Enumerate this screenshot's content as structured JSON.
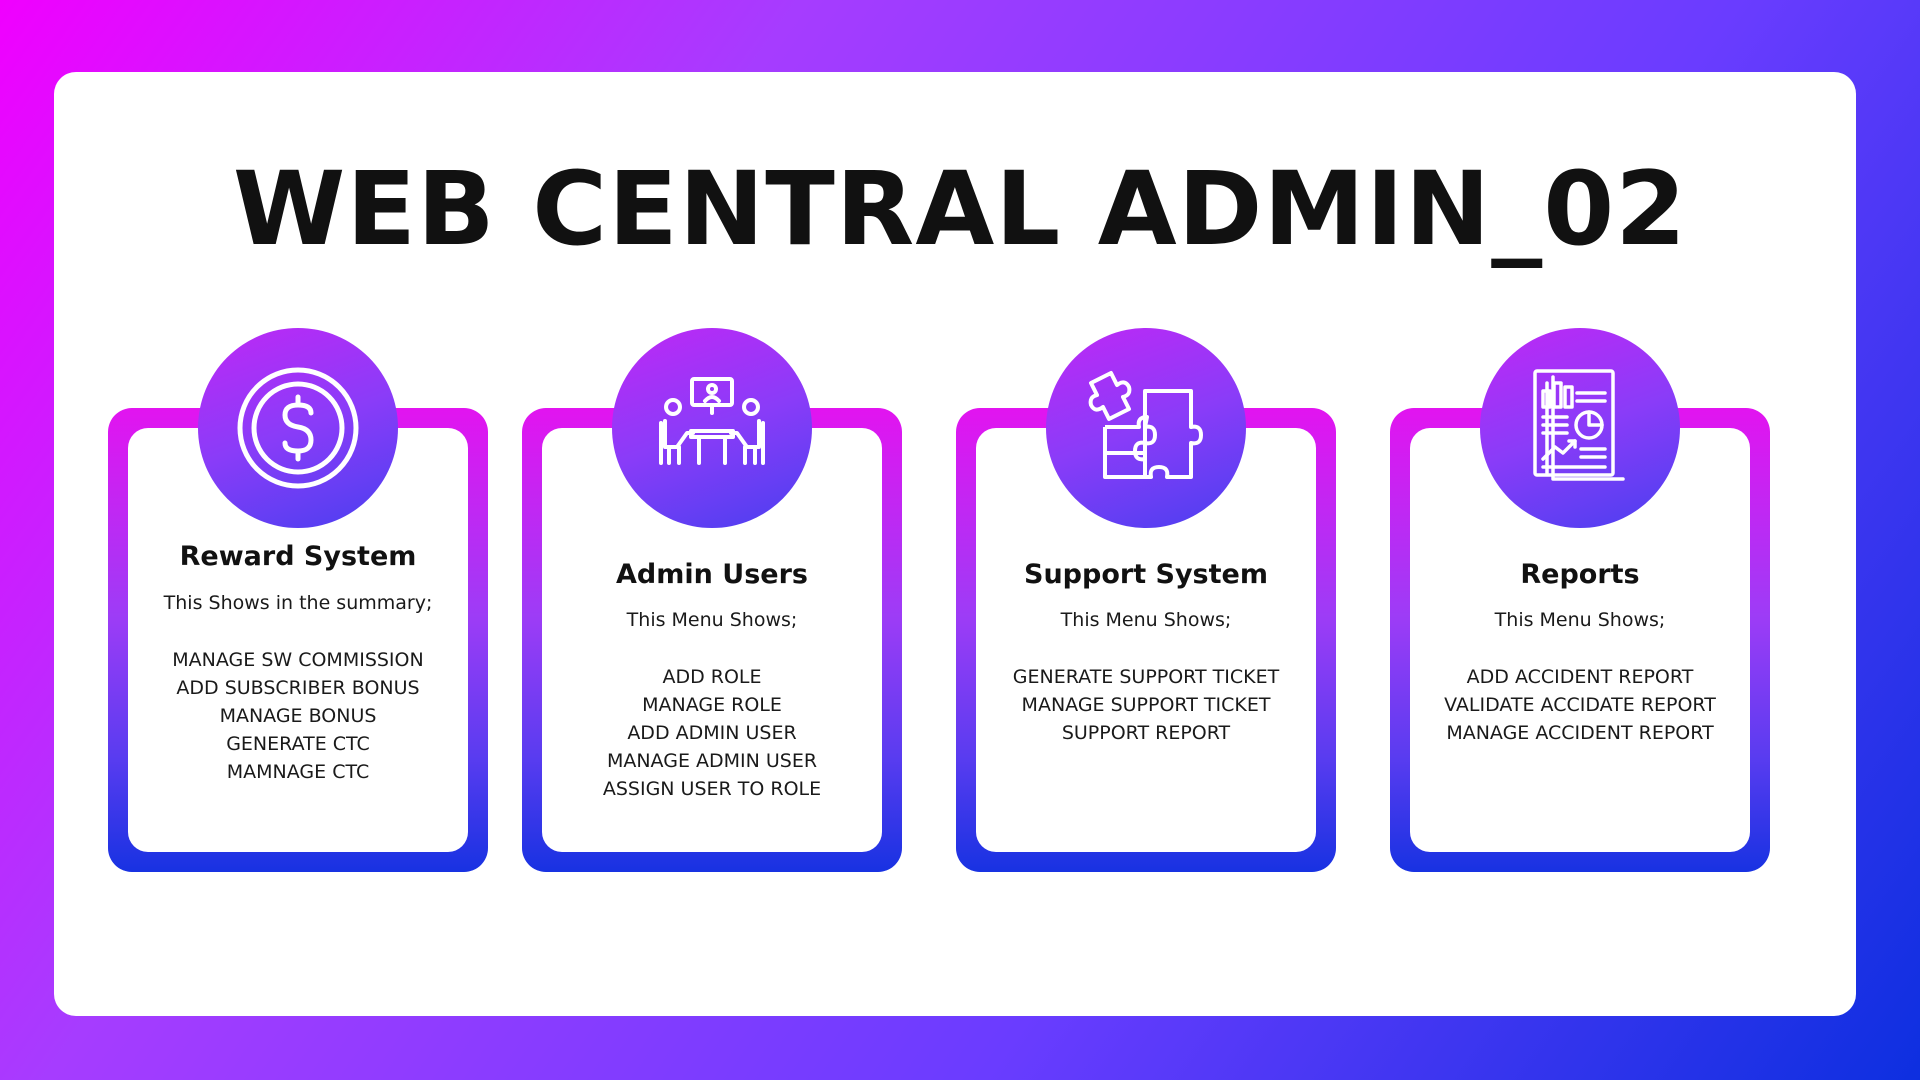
{
  "title": "WEB CENTRAL ADMIN_02",
  "cards": [
    {
      "title": "Reward System",
      "subtitle": "This Shows in the summary;",
      "icon": "dollar-coin-icon",
      "items": [
        "MANAGE SW COMMISSION",
        "ADD SUBSCRIBER BONUS",
        "MANAGE BONUS",
        "GENERATE CTC",
        "MAMNAGE CTC"
      ]
    },
    {
      "title": "Admin Users",
      "subtitle": "This Menu Shows;",
      "icon": "meeting-icon",
      "items": [
        "ADD ROLE",
        "MANAGE ROLE",
        "ADD ADMIN USER",
        "MANAGE ADMIN USER",
        "ASSIGN USER TO ROLE"
      ]
    },
    {
      "title": "Support System",
      "subtitle": "This Menu Shows;",
      "icon": "puzzle-icon",
      "items": [
        "GENERATE SUPPORT TICKET",
        "MANAGE SUPPORT TICKET",
        "SUPPORT REPORT"
      ]
    },
    {
      "title": "Reports",
      "subtitle": "This Menu Shows;",
      "icon": "report-icon",
      "items": [
        "ADD ACCIDENT REPORT",
        "VALIDATE ACCIDATE REPORT",
        "MANAGE ACCIDENT REPORT"
      ]
    }
  ],
  "colors": {
    "gradient_start": "#f000ff",
    "gradient_end": "#0d2fe0",
    "panel": "#ffffff",
    "text": "#111111"
  }
}
